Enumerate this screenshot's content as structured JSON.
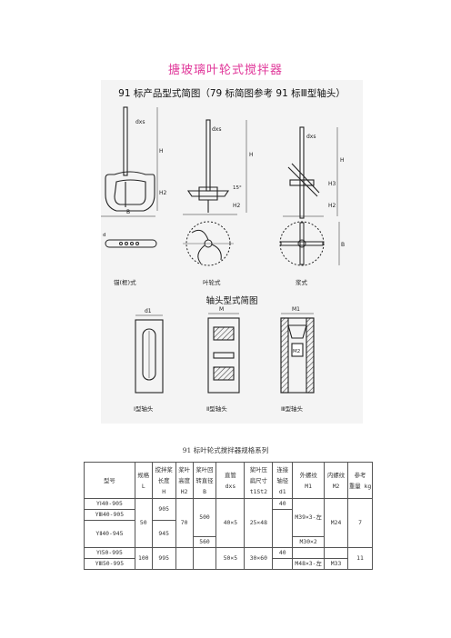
{
  "page": {
    "title": "搪玻璃叶轮式搅拌器"
  },
  "figure": {
    "main_heading": "91 标产品型式简图（79 标简图参考 91 标Ⅲ型轴头）",
    "agitators": [
      {
        "label": "锚(框)式",
        "dim": "dxs"
      },
      {
        "label": "叶轮式",
        "dim": "dxs"
      },
      {
        "label": "浆式",
        "dim": "dxs"
      }
    ],
    "dims": {
      "H": "H",
      "H2": "H2",
      "B": "B",
      "H3": "H3",
      "angle": "15°",
      "d": "d"
    },
    "shaft_heading": "轴头型式简图",
    "shaft_heads": [
      {
        "label": "Ⅰ型轴头",
        "top": "d1"
      },
      {
        "label": "Ⅱ型轴头",
        "top": "M"
      },
      {
        "label": "Ⅲ型轴头",
        "top": "M1",
        "inner": "M2"
      }
    ]
  },
  "table": {
    "caption": "91 标叶轮式搅拌器规格系列",
    "headers": [
      [
        "型号"
      ],
      [
        "规格",
        "L"
      ],
      [
        "搅拌桨",
        "长度",
        "H"
      ],
      [
        "桨叶",
        "高度",
        "H2"
      ],
      [
        "桨叶回",
        "转直径",
        "B"
      ],
      [
        "直管",
        "dxs"
      ],
      [
        "桨叶压",
        "扁尺寸",
        "t1St2"
      ],
      [
        "连接",
        "轴径",
        "d1"
      ],
      [
        "外螺纹",
        "M1"
      ],
      [
        "内螺纹",
        "M2"
      ],
      [
        "参考",
        "重量 kg"
      ]
    ],
    "models": [
      "YⅠ40-905",
      "YⅢ40-905",
      "YⅡ40-945",
      "YⅠ50-995",
      "YⅢ50-995"
    ],
    "cells": {
      "L40": "50",
      "L50": "100",
      "H905": "905",
      "H945": "945",
      "H995": "995",
      "H2_70": "70",
      "B500": "500",
      "B560": "560",
      "dxs40": "40×5",
      "dxs50": "50×5",
      "t25": "25×48",
      "t30": "30×60",
      "d1_a": "40",
      "d1_b": "40",
      "M1_a": "M39×3-左",
      "M1_b": "M30×2",
      "M1_c": "M48×3-左",
      "M2_a": "M24",
      "M2_b": "M33",
      "kg_a": "7",
      "kg_b": "11"
    }
  }
}
